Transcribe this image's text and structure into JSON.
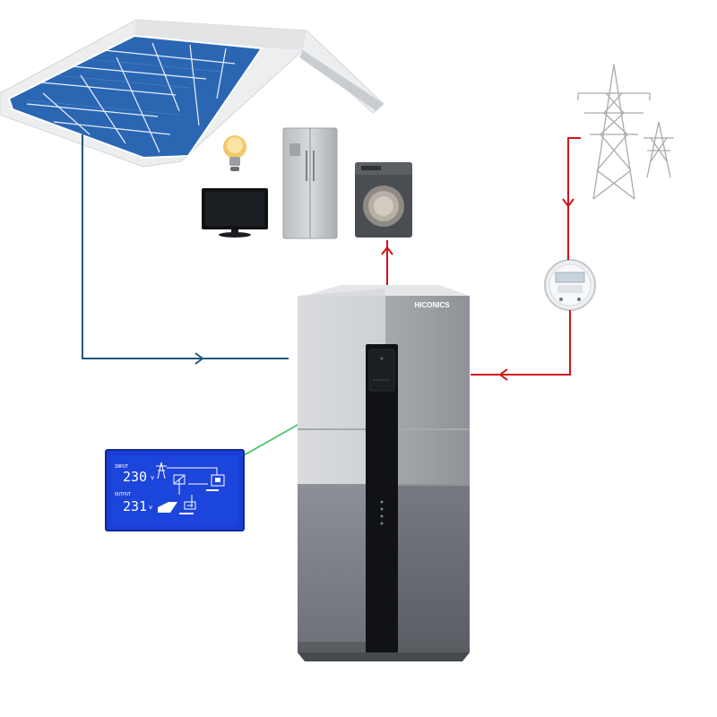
{
  "brand_logo": "HICONICS",
  "lcd": {
    "input_label": "INPUT",
    "input_value": "230",
    "input_unit": "v",
    "output_label": "OUTPUT",
    "output_value": "231",
    "output_unit": "v"
  },
  "colors": {
    "solar_line": "#1e5a7a",
    "grid_line": "#d0141a",
    "lcd_link": "#3fc25f",
    "lcd_background": "#1a3fd6",
    "cabinet_light": "#c8cbd0",
    "cabinet_dark": "#7d8086",
    "cabinet_front_strip": "#101215"
  },
  "icons": [
    "solar-roof-icon",
    "light-bulb-icon",
    "television-icon",
    "refrigerator-icon",
    "washing-machine-icon",
    "power-pylon-icon",
    "electric-meter-icon",
    "battery-inverter-cabinet",
    "lcd-display-panel"
  ]
}
